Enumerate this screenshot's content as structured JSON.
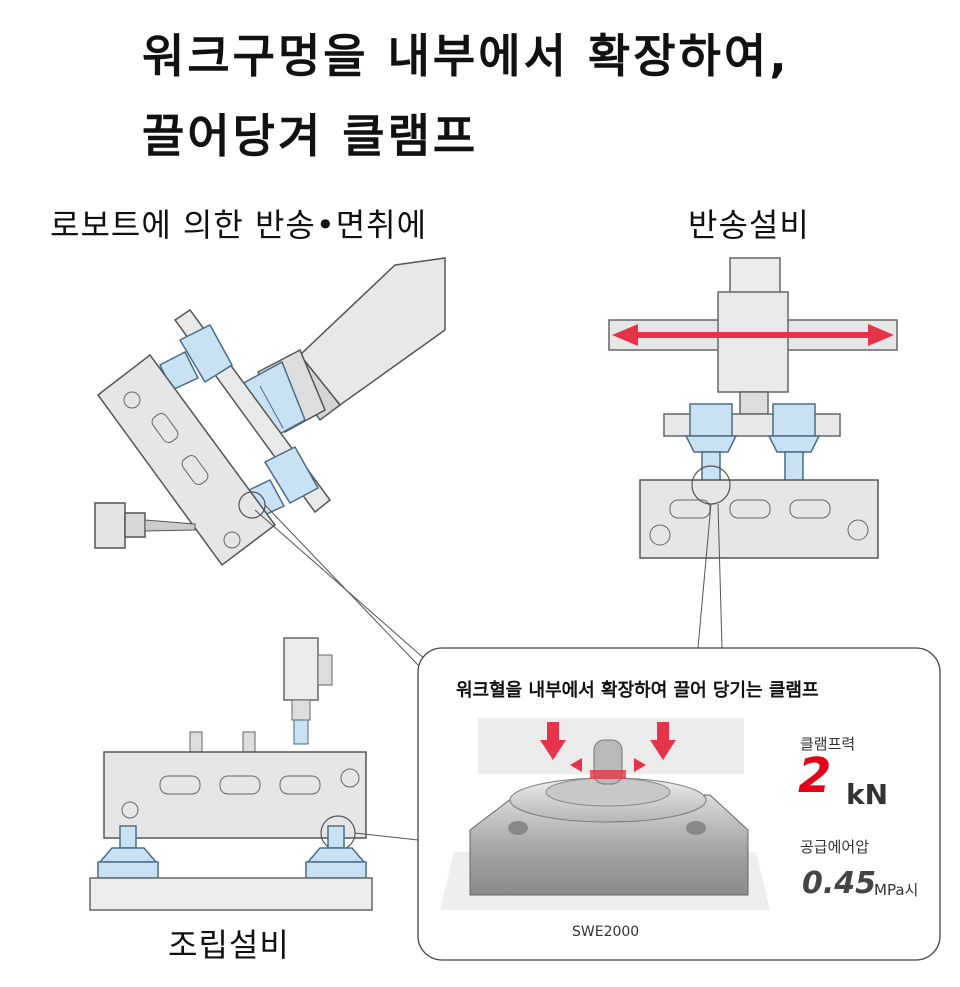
{
  "title": {
    "line1": "워크구멍을 내부에서 확장하여,",
    "line2": "끌어당겨 클램프"
  },
  "labels": {
    "robot": "로보트에 의한 반송•면취에",
    "transfer": "반송설비",
    "assembly": "조립설비"
  },
  "callout": {
    "title": "워크혈을 내부에서 확장하여 끌어 당기는 클램프",
    "force_label": "클램프력",
    "force_value": "2",
    "force_unit": "kN",
    "pressure_label": "공급에어압",
    "pressure_value": "0.45",
    "pressure_unit": "MPa시",
    "model": "SWE2000"
  },
  "colors": {
    "clamp_blue": "#c9e2f3",
    "arrow_red": "#e5344a",
    "part_gray": "#e6e6e6"
  }
}
